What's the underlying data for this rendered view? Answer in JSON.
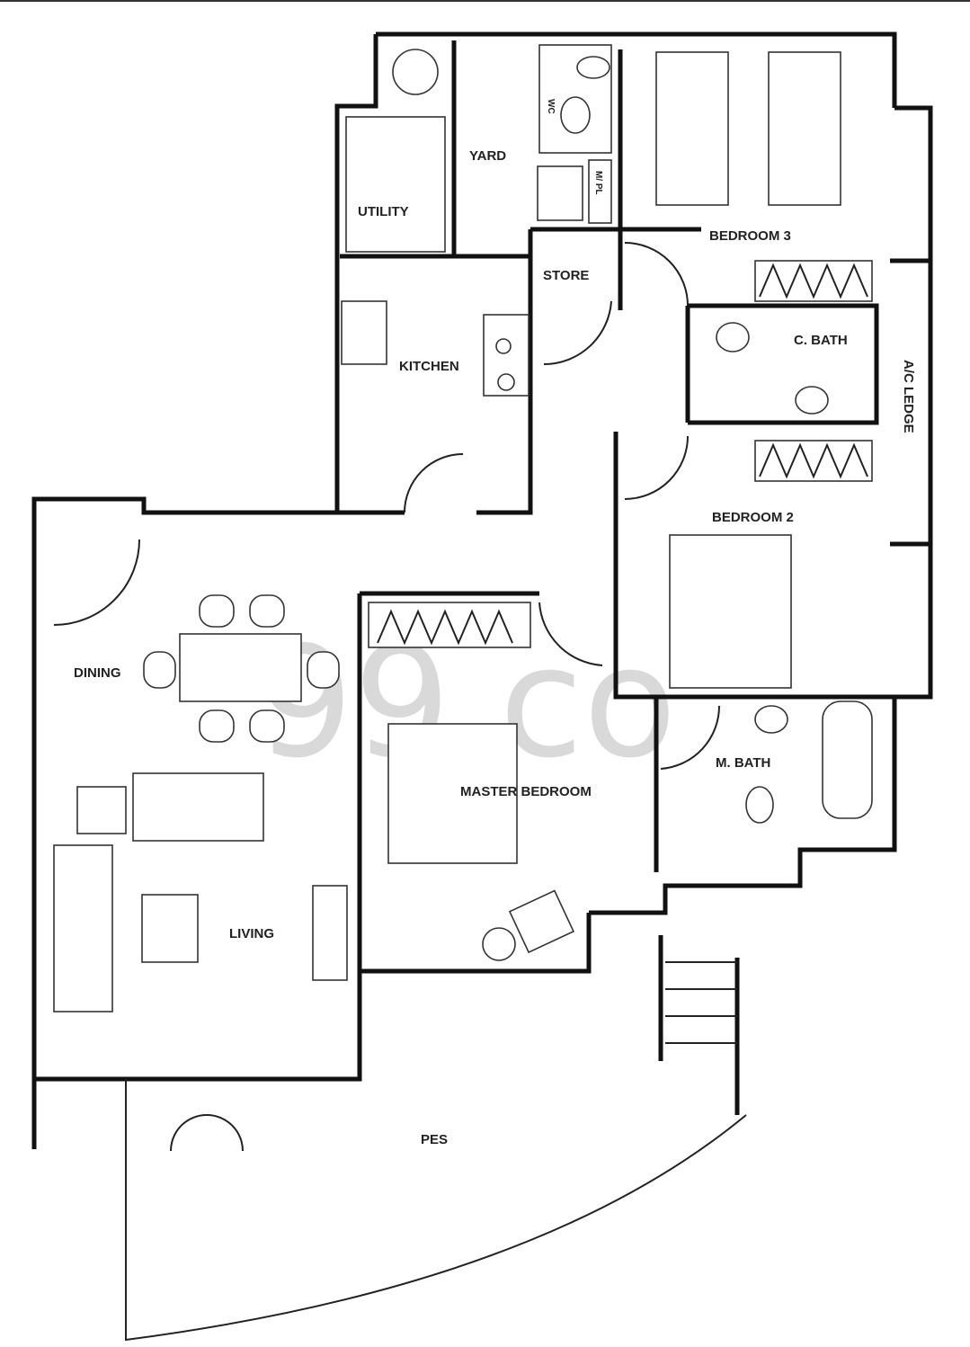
{
  "watermark": "99.co",
  "rooms": {
    "yard": "YARD",
    "utility": "UTILITY",
    "wc": "WC",
    "mf": "M/ PL",
    "store": "STORE",
    "kitchen": "KITCHEN",
    "bedroom3": "BEDROOM 3",
    "cbath": "C. BATH",
    "ac_ledge": "A/C LEDGE",
    "bedroom2": "BEDROOM 2",
    "dining": "DINING",
    "master_bedroom": "MASTER BEDROOM",
    "mbath": "M. BATH",
    "living": "LIVING",
    "pes": "PES"
  }
}
